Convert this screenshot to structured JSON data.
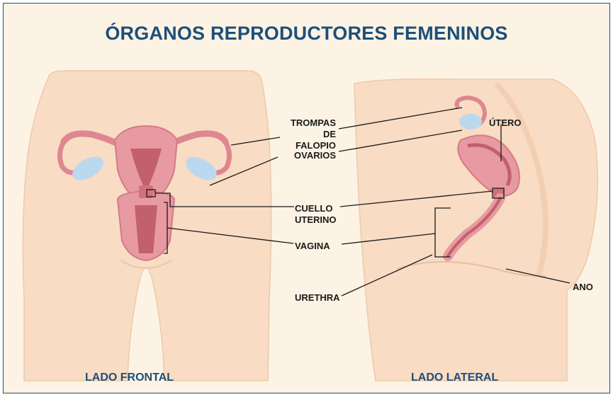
{
  "title": "ÓRGANOS REPRODUCTORES FEMENINOS",
  "captions": {
    "front": "LADO FRONTAL",
    "side": "LADO LATERAL"
  },
  "labels": {
    "fallopian_1": "TROMPAS DE",
    "fallopian_2": "FALOPIO",
    "ovaries": "OVARIOS",
    "cervix_1": "CUELLO",
    "cervix_2": "UTERINO",
    "vagina": "VAGINA",
    "urethra": "URETHRA",
    "uterus": "ÚTERO",
    "anus": "ANO"
  },
  "colors": {
    "accent": "#1d4f7a",
    "background": "#fcf3e4",
    "skin": "#f8dcc4",
    "organ": "#de8790",
    "organ_dark": "#c2606c",
    "ovary": "#bcd8ef"
  }
}
